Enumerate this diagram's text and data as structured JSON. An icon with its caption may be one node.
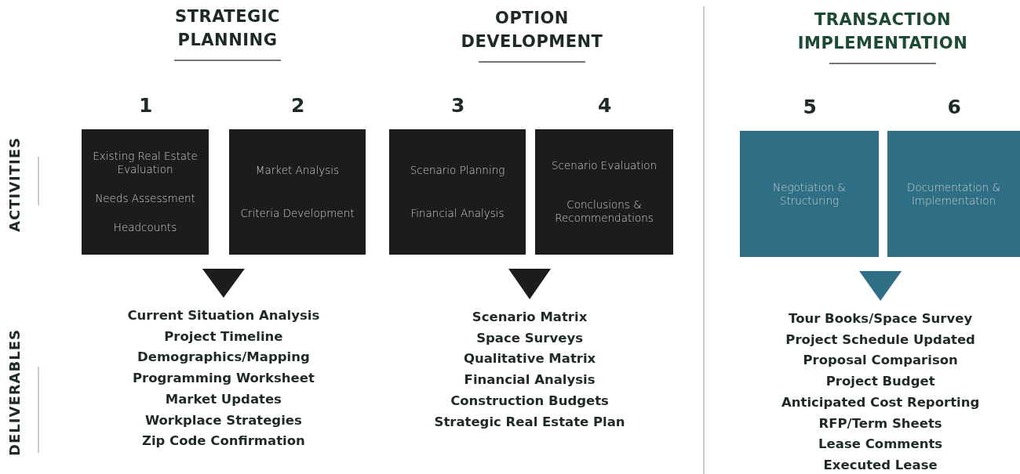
{
  "diagram": {
    "nodes": [
      {
        "text": [
          "Existing Real Estate Evaluation",
          "Needs Assessment",
          "Headcounts"
        ],
        "beside": [
          "1"
        ]
      },
      {
        "text": [
          "Market Analysis",
          "Criteria Development"
        ],
        "beside": [
          "2"
        ]
      },
      {
        "text": [
          "Scenario Planning",
          "Financial Analysis"
        ],
        "beside": [
          "3"
        ]
      },
      {
        "text": [
          "Scenario Evaluation",
          "Conclusions & Recommendations"
        ],
        "beside": [
          "4"
        ]
      },
      {
        "text": [
          "Negotiation & Structuring"
        ],
        "beside": [
          "5"
        ]
      },
      {
        "text": [
          "Documentation & Implementation"
        ],
        "beside": [
          "6"
        ]
      },
      {
        "text": [
          "Current Situation Analysis",
          "Project Timeline",
          "Demographics/Mapping",
          "Programming Worksheet",
          "Market Updates",
          "Workplace Strategies",
          "Zip Code Confirmation"
        ]
      },
      {
        "text": [
          "Scenario Matrix",
          "Space Surveys",
          "Qualitative Matrix",
          "Financial Analysis",
          "Construction Budgets",
          "Strategic Real Estate Plan"
        ]
      },
      {
        "text": [
          "Tour Books/Space Survey",
          "Project Schedule Updated",
          "Proposal Comparison",
          "Project Budget",
          "Anticipated Cost Reporting",
          "RFP/Term Sheets",
          "Lease Comments",
          "Executed Lease"
        ]
      }
    ],
    "edges": [
      {
        "from": 0,
        "to": 6,
        "arrow": "to"
      },
      {
        "from": 1,
        "to": 6,
        "arrow": "to"
      },
      {
        "from": 2,
        "to": 7,
        "arrow": "to"
      },
      {
        "from": 3,
        "to": 7,
        "arrow": "to"
      },
      {
        "from": 4,
        "to": 8,
        "arrow": "to",
        "color": "#2f6f86"
      },
      {
        "from": 5,
        "to": 8,
        "arrow": "to",
        "color": "#2f6f86"
      }
    ],
    "labels": [
      "STRATEGIC PLANNING",
      "OPTION DEVELOPMENT",
      "TRANSACTION IMPLEMENTATION",
      "ACTIVITIES",
      "DELIVERABLES"
    ]
  }
}
